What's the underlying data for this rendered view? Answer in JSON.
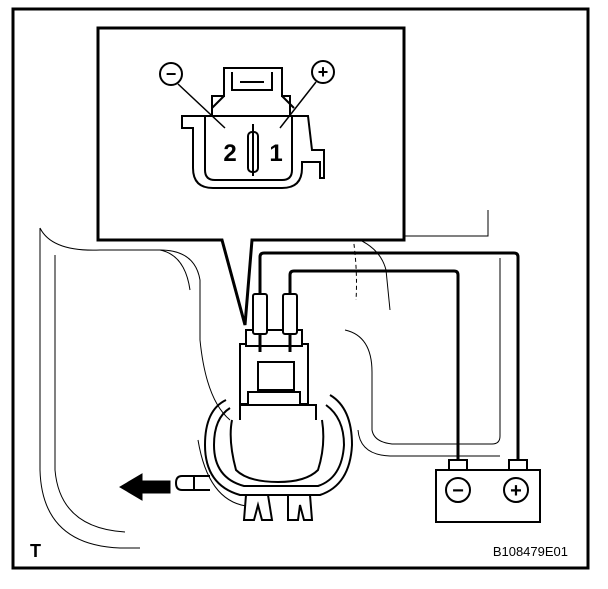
{
  "figure": {
    "code": "B108479E01",
    "view_letter": "T"
  },
  "connector": {
    "pin_2_label": "2",
    "pin_1_label": "1",
    "pin_2_polarity": "−",
    "pin_1_polarity": "+"
  },
  "battery": {
    "negative_symbol": "−",
    "positive_symbol": "+"
  },
  "colors": {
    "line": "#000000",
    "background": "#ffffff",
    "arrow": "#000000"
  }
}
